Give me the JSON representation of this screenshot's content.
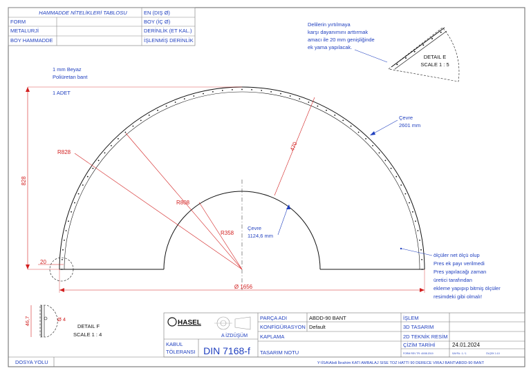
{
  "colors": {
    "line": "#111111",
    "dimension": "#d21f1f",
    "note": "#1f3fbf",
    "border": "#666666"
  },
  "material_table": {
    "title": "HAMMADDE NİTELİKLERİ TABLOSU",
    "left_rows": [
      "FORM",
      "METALURJİ",
      "BOY HAMMADDE"
    ],
    "right_rows": [
      "EN (DIŞ Ø)",
      "BOY (İÇ Ø)",
      "DERİNLİK (ET KAL.)",
      "İŞLENMİŞ DERİNLİK"
    ]
  },
  "notes": {
    "material_line1": "1 mm Beyaz",
    "material_line2": "Poliüretan bant",
    "quantity": "1 ADET",
    "patch_line1": "Delilerin yırtılmaya",
    "patch_line2": "karşı dayanımını arttırmak",
    "patch_line3": "amacı ile 20 mm genişliğinde",
    "patch_line4": "ek yama yapılacak.",
    "outer_circ_line1": "Çevre",
    "outer_circ_line2": "2601 mm",
    "inner_circ_line1": "Çevre",
    "inner_circ_line2": "1124,6 mm",
    "net_line1": "ölçüler net ölçü olup",
    "net_line2": "Pres ek payı verilmedi",
    "net_line3": "Pres yapılacağı zaman",
    "net_line4": "üretici tarafından",
    "net_line5": "ekleme yapıpıp bitmiş ölçüler",
    "net_line6": "resimdeki gibi olmalı!"
  },
  "dimensions": {
    "height": "828",
    "r_outer": "R828",
    "r_mid": "R808",
    "r_inner": "R358",
    "width_470": "470",
    "left_20": "20",
    "diameter": "Ø 1656",
    "detail_f_height": "46,7",
    "detail_f_dia": "Ø 4"
  },
  "details": {
    "e_title": "DETAIL E",
    "e_scale": "SCALE 1 : 5",
    "f_title": "DETAIL F",
    "f_scale": "SCALE 1 : 4"
  },
  "title_block": {
    "logo": "HASEL",
    "projection": "A İZDÜŞÜM",
    "tolerance_line1": "KABUL",
    "tolerance_line2": "TÖLERANSI",
    "standard": "DIN 7168-f",
    "part_name_label": "PARÇA ADI",
    "part_name_value": "ABDD-90 BANT",
    "config_label": "KONFİGÜRASYON",
    "config_value": "Default",
    "coating_label": "KAPLAMA",
    "design_note_label": "TASARIM NOTU",
    "process_label": "İŞLEM",
    "design_3d": "3D TASARIM",
    "drawing_2d": "2D TEKNİK RESİM",
    "date_label": "ÇİZİM TARİHİ",
    "date_value": "24.01.2024",
    "form_rev": "FORM REV TR: 40/08.2019",
    "page": "SAYFA : 1 / 1",
    "scale": "ÖLÇEK 1:10",
    "folder_label": "DOSYA YOLU",
    "folder_path": "Y:\\İSA\\Abdi İbrahim KATI AMBALAJ SISE TOZ HATTI 90 DERECE VIRAJ BANT\\ABDD-90 BANT"
  }
}
